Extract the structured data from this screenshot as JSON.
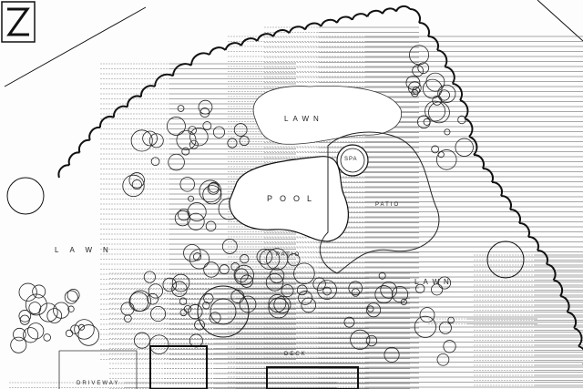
{
  "plan": {
    "labels": {
      "lawn_top": "LAWN",
      "lawn_left": "LAWN",
      "lawn_right": "LAWN",
      "pool": "POOL",
      "spa": "SPA",
      "patio_right": "PATIO",
      "patio_center": "PATIO",
      "driveway": "DRIVEWAY",
      "deck": "DECK"
    },
    "north_arrow": "N",
    "colors": {
      "ink": "#111111",
      "paper": "#fdfdfd"
    }
  }
}
